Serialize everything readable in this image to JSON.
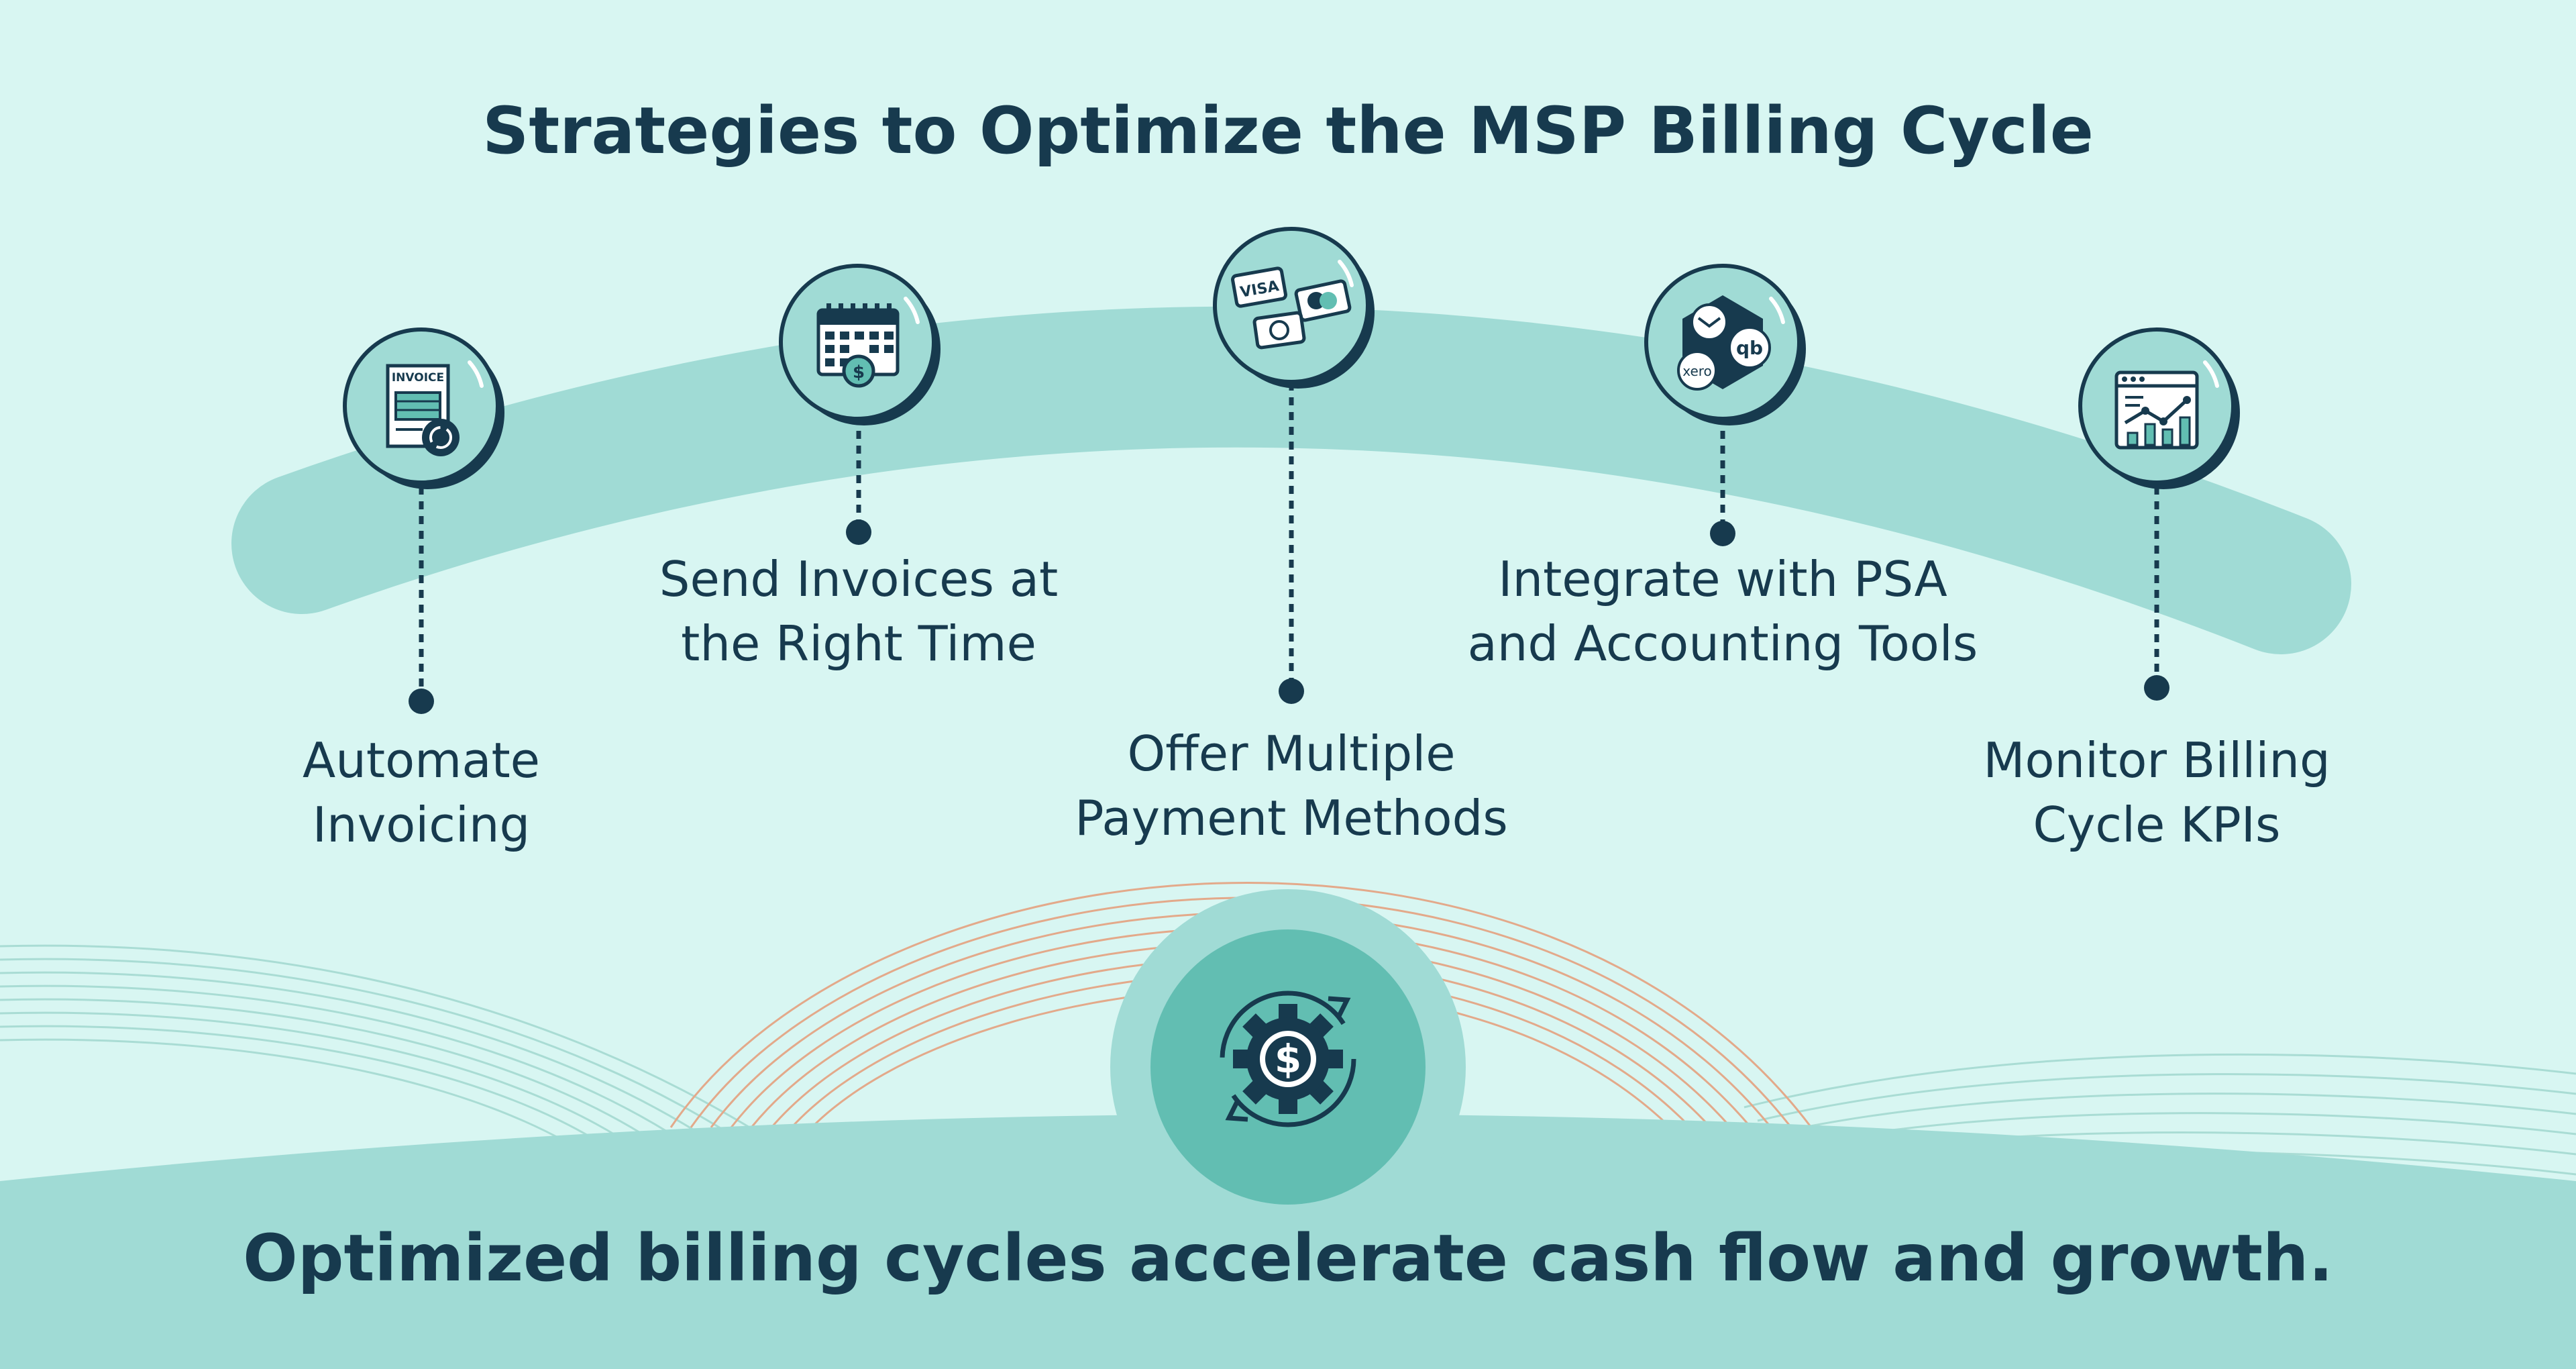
{
  "title": "Strategies to Optimize the MSP Billing Cycle",
  "steps": [
    {
      "line1": "Automate",
      "line2": "Invoicing",
      "icon": "invoice-icon",
      "icon_text": "INVOICE"
    },
    {
      "line1": "Send Invoices at",
      "line2": "the Right Time",
      "icon": "calendar-icon"
    },
    {
      "line1": "Offer Multiple",
      "line2": "Payment Methods",
      "icon": "payment-cards-icon",
      "icon_text": "VISA"
    },
    {
      "line1": "Integrate with PSA",
      "line2": "and Accounting Tools",
      "icon": "integrations-icon",
      "icon_text": "xero",
      "icon_text_2": "qb"
    },
    {
      "line1": "Monitor Billing",
      "line2": "Cycle KPIs",
      "icon": "kpi-dashboard-icon"
    }
  ],
  "footer": "Optimized billing cycles accelerate cash flow and growth.",
  "center_icon": "dollar-gear-cycle-icon",
  "colors": {
    "background": "#d8f6f2",
    "band": "#a0dbd5",
    "dark": "#173a4e",
    "teal": "#62beb2",
    "orange_lines": "#e3a98a"
  }
}
